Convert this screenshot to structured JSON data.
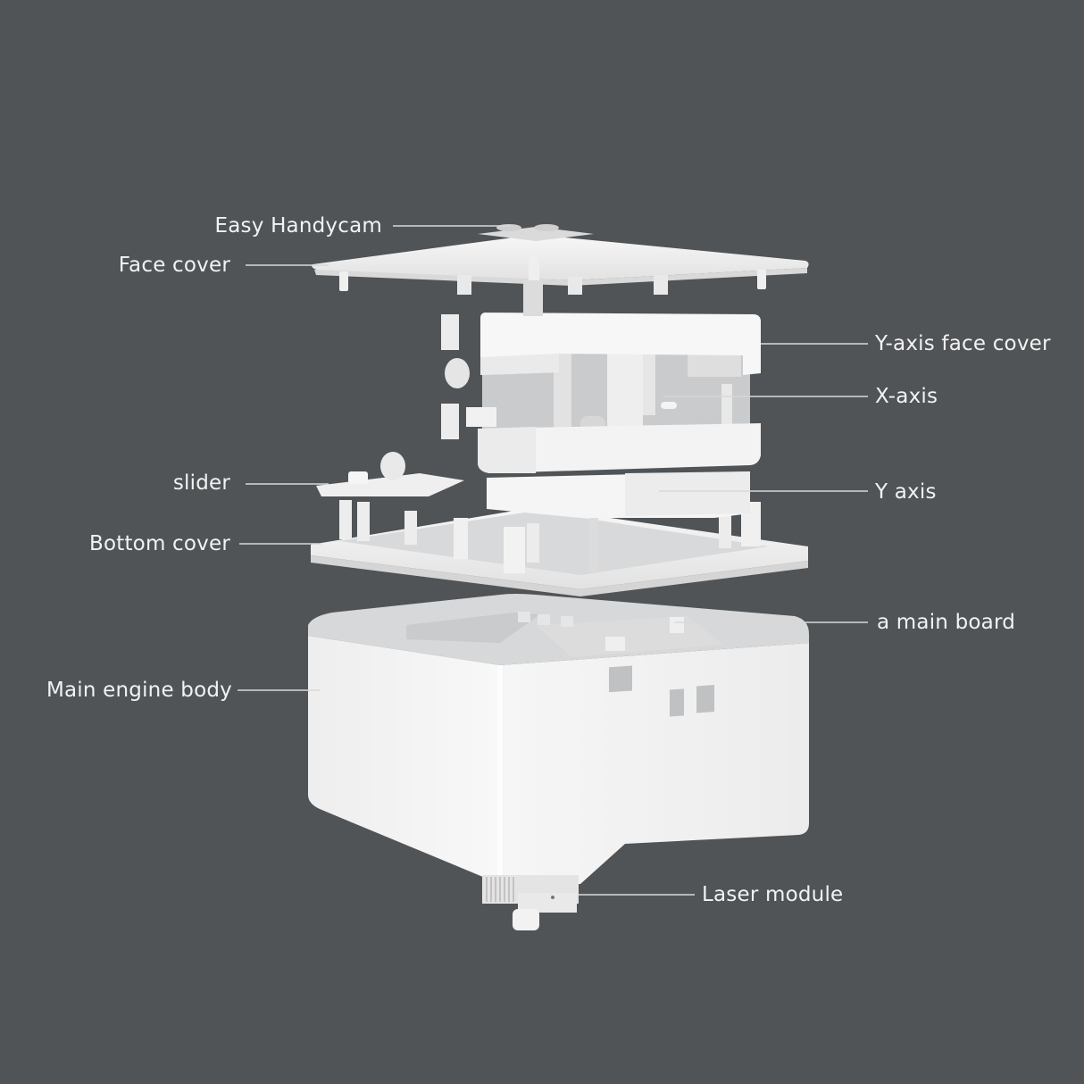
{
  "background_color": "#505457",
  "label_color": "#f2f2f2",
  "leader_line_color": "#d8d8d8",
  "device": {
    "name": "laser-engraver-exploded-view",
    "body_color": "#f4f4f4",
    "shadow_color": "#cfd1d2"
  },
  "callouts": {
    "easy_handycam": {
      "label": "Easy Handycam"
    },
    "face_cover": {
      "label": "Face cover"
    },
    "y_axis_face_cover": {
      "label": "Y-axis face cover"
    },
    "x_axis": {
      "label": "X-axis"
    },
    "slider": {
      "label": "slider"
    },
    "y_axis": {
      "label": "Y axis"
    },
    "bottom_cover": {
      "label": "Bottom cover"
    },
    "main_board": {
      "label": "a main board"
    },
    "main_engine_body": {
      "label": "Main engine body"
    },
    "laser_module": {
      "label": "Laser module"
    }
  }
}
